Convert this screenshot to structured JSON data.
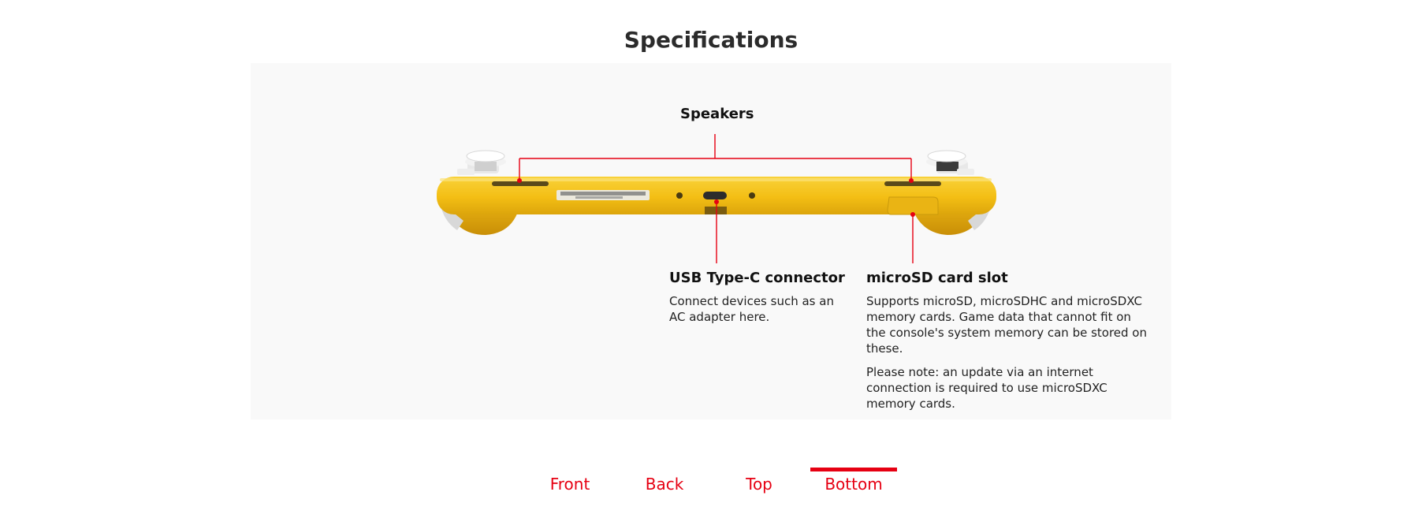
{
  "page": {
    "title": "Specifications"
  },
  "callouts": {
    "speakers": {
      "title": "Speakers"
    },
    "usb": {
      "title": "USB Type-C connector",
      "description": "Connect devices such as an AC adapter here."
    },
    "microsd": {
      "title": "microSD card slot",
      "description": "Supports microSD, microSDHC and microSDXC memory cards. Game data that cannot fit on the console's system memory can be stored on these.",
      "note": "Please note: an update via an internet connection is required to use microSDXC memory cards."
    }
  },
  "tabs": [
    {
      "label": "Front",
      "active": false
    },
    {
      "label": "Back",
      "active": false
    },
    {
      "label": "Top",
      "active": false
    },
    {
      "label": "Bottom",
      "active": true
    }
  ],
  "colors": {
    "accent": "#e60012",
    "console": "#f5c21b",
    "panel": "#f9f9f9"
  }
}
